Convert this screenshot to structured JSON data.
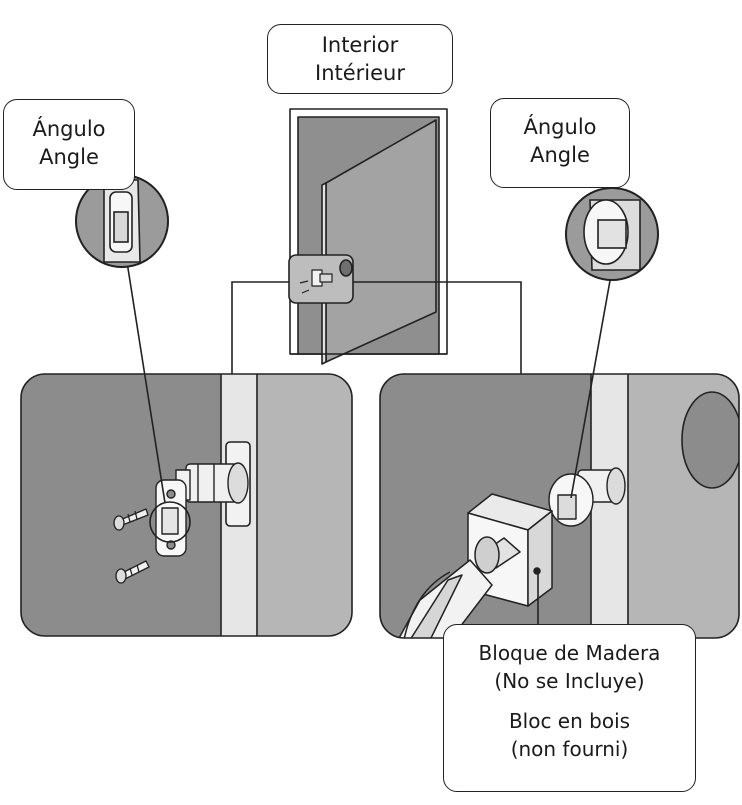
{
  "labels": {
    "interior": [
      "Interior",
      "Intérieur"
    ],
    "angle_left": [
      "Ángulo",
      "Angle"
    ],
    "angle_right": [
      "Ángulo",
      "Angle"
    ],
    "wood_block": [
      "Bloque de Madera",
      "(No se Incluye)",
      "Bloc en bois",
      "(non fourni)"
    ]
  },
  "colors": {
    "line": "#222222",
    "door_dark": "#8c8c8c",
    "door_light": "#b6b6b6",
    "edge": "#e6e6e6",
    "metal": "#f2f2f2"
  }
}
